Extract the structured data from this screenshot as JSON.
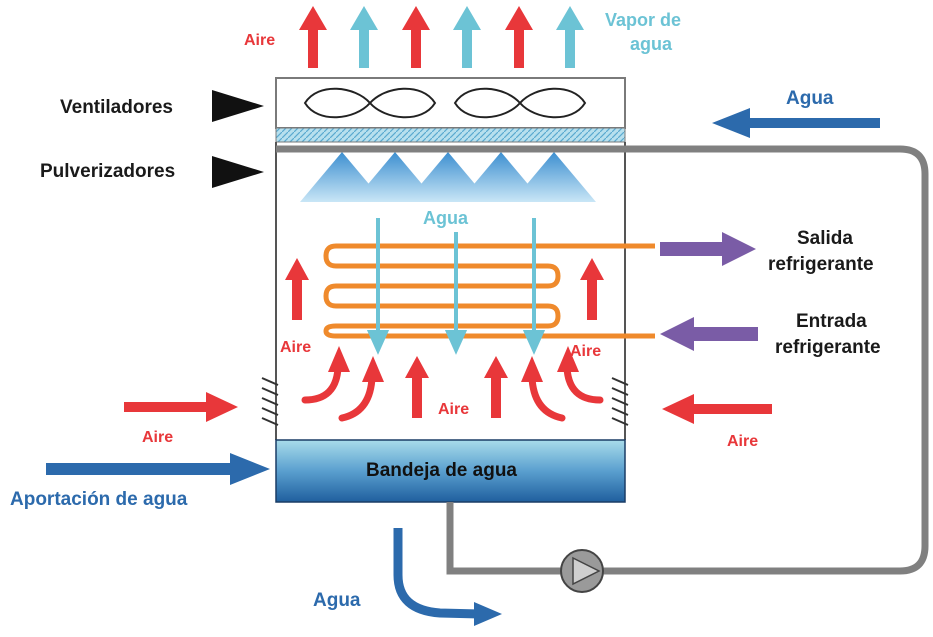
{
  "labels": {
    "ventiladores": "Ventiladores",
    "pulverizadores": "Pulverizadores",
    "aire": "Aire",
    "vapor_line1": "Vapor de",
    "vapor_line2": "agua",
    "agua": "Agua",
    "salida_line1": "Salida",
    "salida_line2": "refrigerante",
    "entrada_line1": "Entrada",
    "entrada_line2": "refrigerante",
    "bandeja": "Bandeja de agua",
    "aportacion": "Aportación de agua"
  },
  "colors": {
    "air": "#e8373a",
    "vapor": "#6cc3d5",
    "water": "#2c6aac",
    "refrigerant_coil": "#ef8a2c",
    "refrigerant_arrow": "#7a5ca6",
    "pipe": "#808080"
  }
}
